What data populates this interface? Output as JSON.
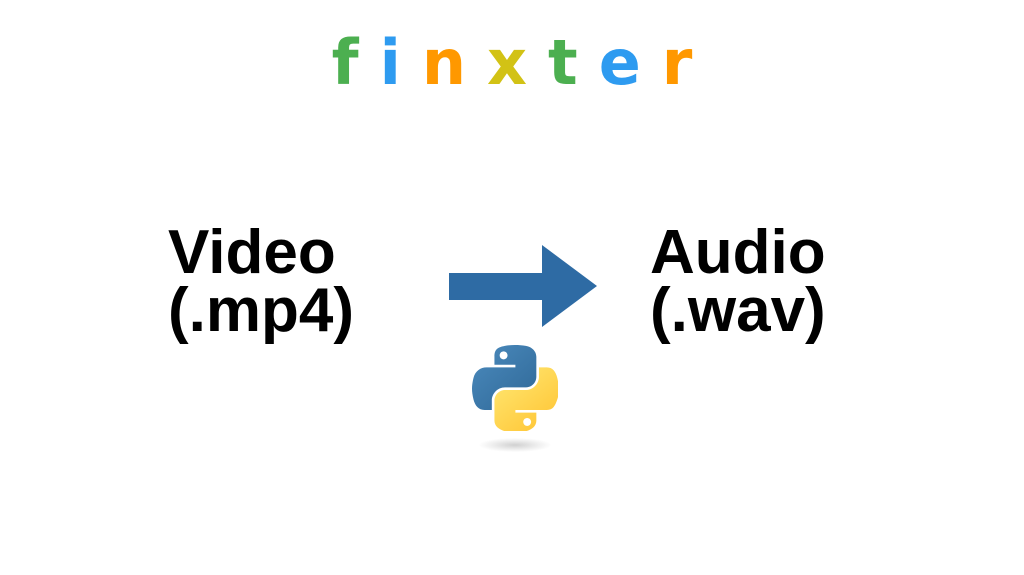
{
  "slide": {
    "background": "#ffffff"
  },
  "logo": {
    "name": "finxter",
    "letters": [
      {
        "char": "f",
        "color": "#4CAF50"
      },
      {
        "char": "i",
        "color": "#2E9BF0"
      },
      {
        "char": "n",
        "color": "#FF9800"
      },
      {
        "char": "x",
        "color": "#D2C215"
      },
      {
        "char": "t",
        "color": "#4CAF50"
      },
      {
        "char": "e",
        "color": "#2E9BF0"
      },
      {
        "char": "r",
        "color": "#FF9800"
      }
    ]
  },
  "conversion": {
    "source_line1": "Video",
    "source_line2": "(.mp4)",
    "target_line1": "Audio",
    "target_line2": "(.wav)",
    "text_color": "#000000",
    "arrow": {
      "direction": "right",
      "color": "#2E6BA4"
    },
    "python_icon": {
      "name": "python-logo",
      "blue_top": "#4B8BBE",
      "blue_bottom": "#306998",
      "yellow_top": "#FFE873",
      "yellow_bottom": "#FFC331"
    }
  }
}
